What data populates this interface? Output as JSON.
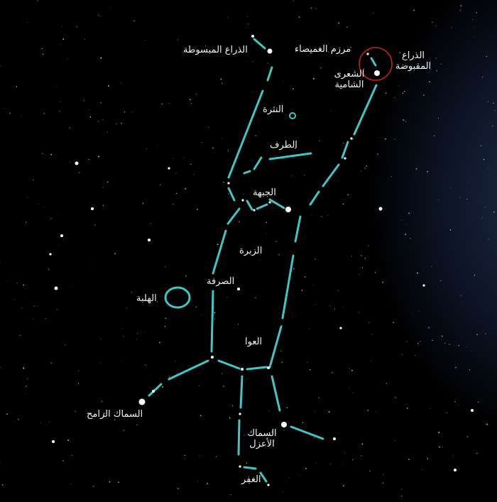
{
  "map": {
    "constellation_line_color": "#40c6c6",
    "star_color": "#ffffff",
    "highlight_circle_color": "#c02020",
    "labels": {
      "arm_extended": "الذراع المبسوطة",
      "mirzam_ghumaisa": "مرزم الغميصاء",
      "arm_contracted": "الذراع المقبوضة",
      "shira_shamiya": "الشعرى الشامية",
      "nathra": "النثرة",
      "tarf": "الطرف",
      "jabha": "الجبهة",
      "zubra": "الزبرة",
      "sarfa": "الصرفة",
      "halba": "الهلبة",
      "awwa": "العوا",
      "simak_ramih": "السماك الرامح",
      "simak_azal": "السماك الأعزل",
      "ghafr": "الغفر"
    }
  }
}
